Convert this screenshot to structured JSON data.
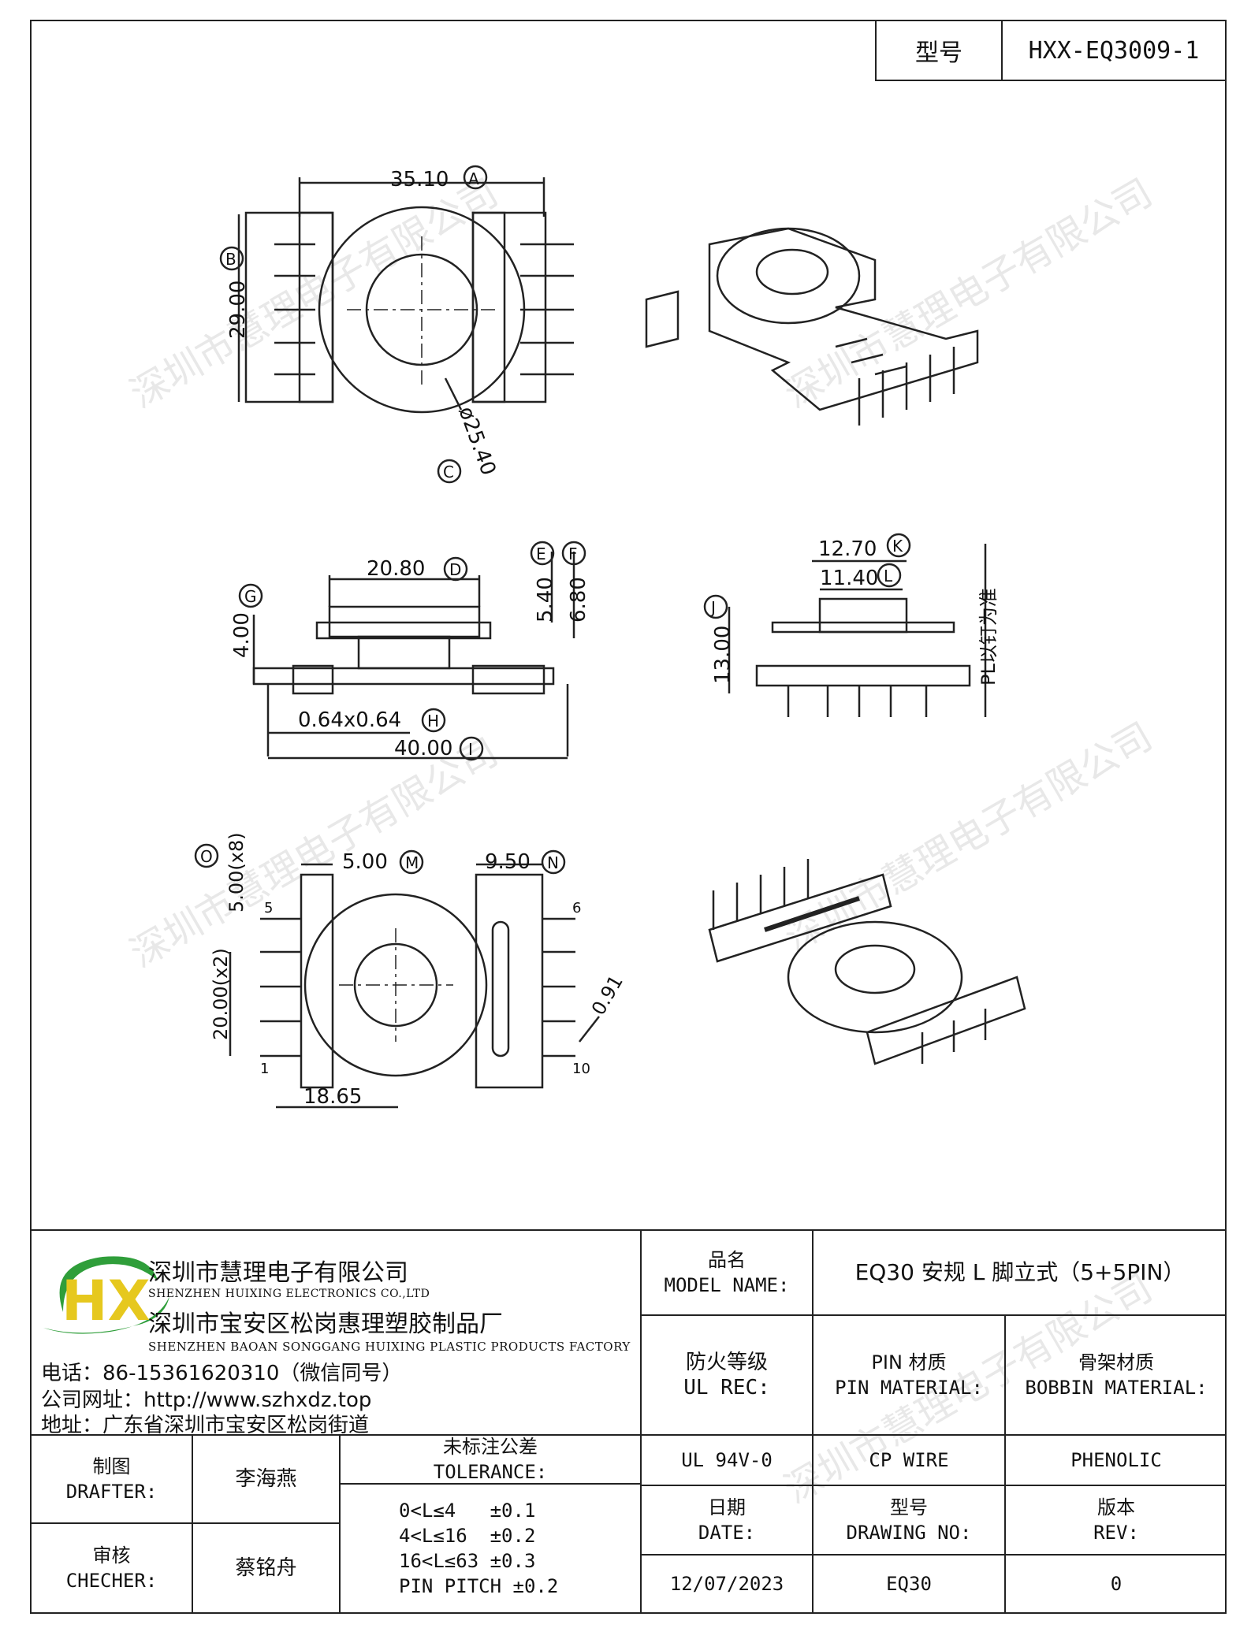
{
  "header": {
    "model_label": "型号",
    "model_value": "HXX-EQ3009-1"
  },
  "dimensions": {
    "top_view": {
      "width": "35.10",
      "tag_a": "A",
      "height": "29.00",
      "tag_b": "B",
      "diameter": "ø25.40",
      "tag_c": "C"
    },
    "side_view": {
      "core_width": "20.80",
      "tag_d": "D",
      "h1": "5.40",
      "tag_e": "E",
      "h2": "6.80",
      "tag_f": "F",
      "h3": "4.00",
      "tag_g": "G",
      "pin": "0.64x0.64",
      "tag_h": "H",
      "total": "40.00",
      "tag_i": "I"
    },
    "end_view": {
      "w1": "12.70",
      "tag_k": "K",
      "w2": "11.40",
      "tag_l": "L",
      "h": "13.00",
      "tag_j": "J",
      "note": "PL以钉为准"
    },
    "bottom_view": {
      "tag_o": "O",
      "pitch": "5.00(x8)",
      "w": "5.00",
      "tag_m": "M",
      "w2": "9.50",
      "tag_n": "N",
      "span": "20.00(x2)",
      "pin_d": "0.91",
      "spacing": "18.65",
      "pin5": "5",
      "pin6": "6",
      "pin1": "1",
      "pin10": "10"
    }
  },
  "watermark": "深圳市慧理电子有限公司",
  "company": {
    "logo_letters": "HX",
    "name_cn": "深圳市慧理电子有限公司",
    "name_en": "SHENZHEN HUIXING ELECTRONICS CO.,LTD",
    "factory_cn": "深圳市宝安区松岗惠理塑胶制品厂",
    "factory_en": "SHENZHEN BAOAN SONGGANG HUIXING PLASTIC PRODUCTS FACTORY",
    "phone": "电话：86-15361620310（微信同号）",
    "website": "公司网址：http://www.szhxdz.top",
    "address": "地址：广东省深圳市宝安区松岗街道"
  },
  "title_block": {
    "product_label_cn": "品名",
    "product_label_en": "MODEL NAME:",
    "product_value": "EQ30 安规 L 脚立式（5+5PIN）",
    "fire_label_cn": "防火等级",
    "fire_label_en": "UL REC:",
    "pin_mat_cn": "PIN 材质",
    "pin_mat_en": "PIN MATERIAL:",
    "bobbin_mat_cn": "骨架材质",
    "bobbin_mat_en": "BOBBIN MATERIAL:",
    "fire_value": "UL 94V-0",
    "pin_mat_value": "CP WIRE",
    "bobbin_mat_value": "PHENOLIC",
    "drafter_cn": "制图",
    "drafter_en": "DRAFTER:",
    "drafter_value": "李海燕",
    "checker_cn": "审核",
    "checker_en": "CHECHER:",
    "checker_value": "蔡铭舟",
    "tolerance_cn": "未标注公差",
    "tolerance_en": "TOLERANCE:",
    "tolerances": [
      "0<L≤4   ±0.1",
      "4<L≤16  ±0.2",
      "16<L≤63 ±0.3",
      "PIN PITCH ±0.2"
    ],
    "date_cn": "日期",
    "date_en": "DATE:",
    "date_value": "12/07/2023",
    "drawing_cn": "型号",
    "drawing_en": "DRAWING NO:",
    "drawing_value": "EQ30",
    "rev_cn": "版本",
    "rev_en": "REV:",
    "rev_value": "0"
  },
  "colors": {
    "logo_green": "#2f9e3a",
    "logo_yellow": "#e6c81e",
    "line": "#222222"
  }
}
